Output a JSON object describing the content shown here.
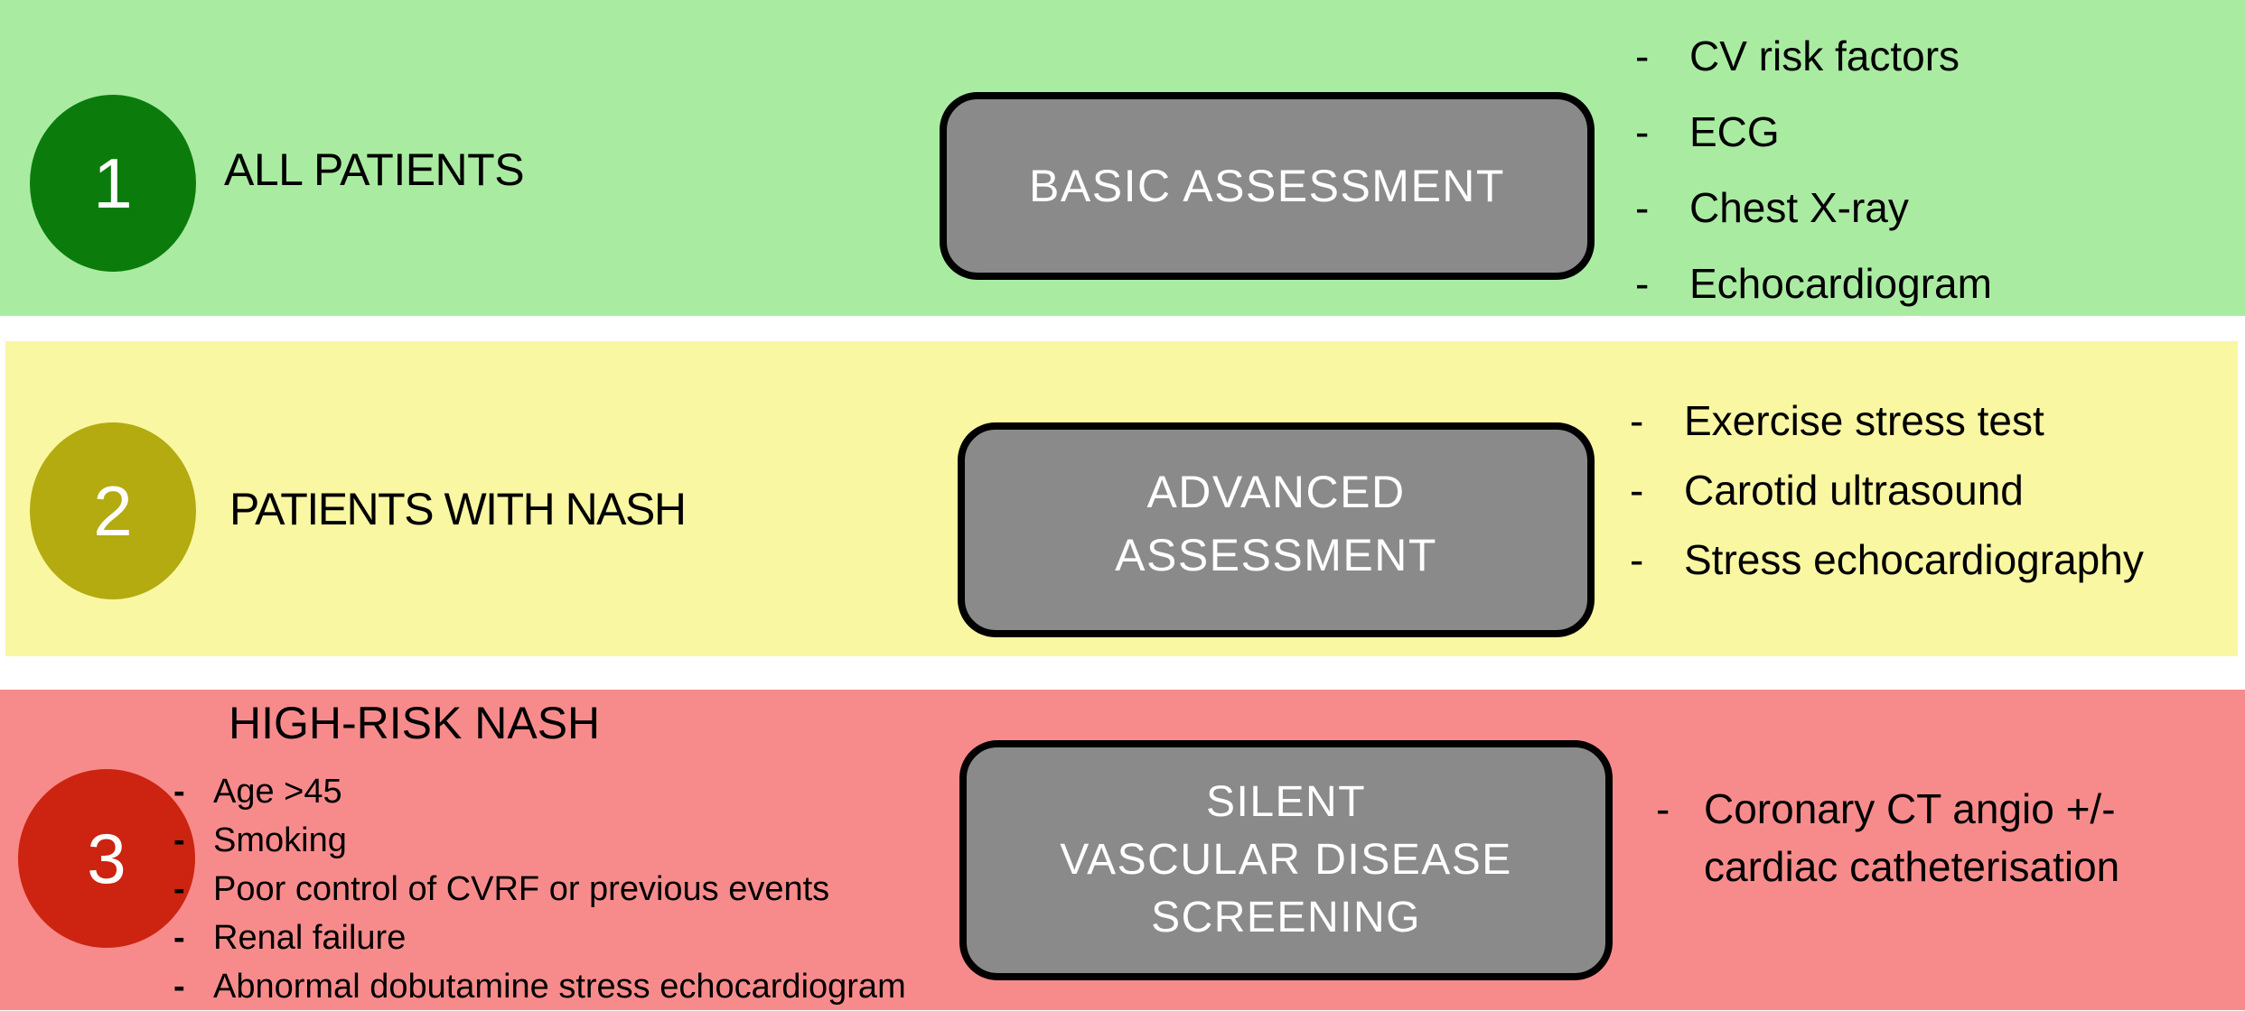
{
  "glyphs": {
    "dash": "-"
  },
  "colors": {
    "tier1_band": "#aaeba2",
    "tier2_band": "#f9f7a2",
    "tier3_band": "#f78b8b",
    "tier1_circle": "#0b7c0b",
    "tier2_circle": "#b3ab10",
    "tier3_circle": "#cc2411",
    "assessment_box": "#8a8a8a",
    "assessment_box_border": "#000000"
  },
  "tiers": [
    {
      "number": "1",
      "population": "ALL PATIENTS",
      "box_lines": [
        "BASIC ASSESSMENT"
      ],
      "tests": [
        "CV risk factors",
        "ECG",
        "Chest X-ray",
        "Echocardiogram"
      ]
    },
    {
      "number": "2",
      "population": "PATIENTS WITH NASH",
      "box_lines": [
        "ADVANCED",
        "ASSESSMENT"
      ],
      "tests": [
        "Exercise stress test",
        "Carotid ultrasound",
        "Stress echocardiography"
      ]
    },
    {
      "number": "3",
      "population": "HIGH-RISK NASH",
      "criteria": [
        "Age >45",
        "Smoking",
        "Poor control of CVRF or previous events",
        "Renal failure",
        "Abnormal dobutamine stress echocardiogram"
      ],
      "box_lines": [
        "SILENT",
        "VASCULAR DISEASE",
        "SCREENING"
      ],
      "test_lines": [
        "Coronary CT angio +/-",
        "cardiac catheterisation"
      ]
    }
  ]
}
